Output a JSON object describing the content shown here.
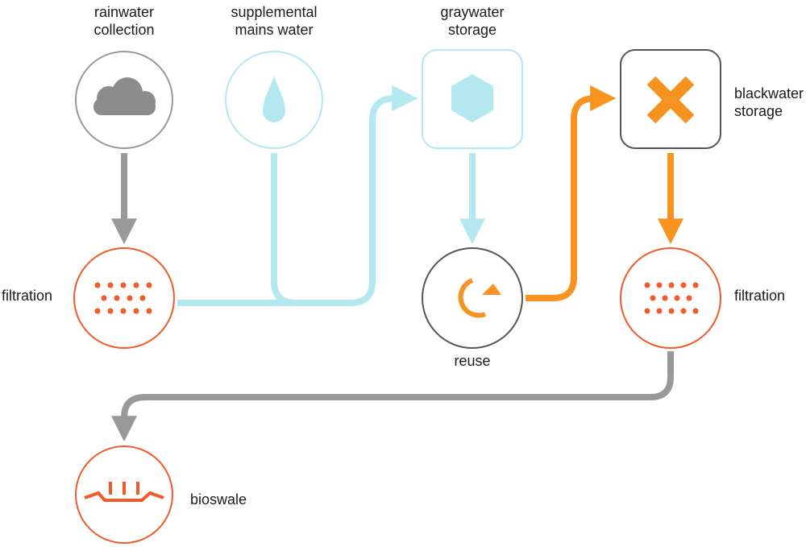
{
  "colors": {
    "gray": "#999999",
    "gray_dark": "#555555",
    "blue": "#b3e8f1",
    "orange": "#f7931e",
    "red_orange": "#f05a28",
    "cloud": "#8c8c8c"
  },
  "nodes": {
    "rainwater": {
      "label": "rainwater\ncollection",
      "icon": "cloud-icon"
    },
    "mains": {
      "label": "supplemental\nmains water",
      "icon": "water-drop-icon"
    },
    "graywater": {
      "label": "graywater\nstorage",
      "icon": "hexagon-icon"
    },
    "blackwater": {
      "label": "blackwater\nstorage",
      "icon": "x-icon"
    },
    "filtration_left": {
      "label": "filtration",
      "icon": "dots-grid-icon"
    },
    "reuse": {
      "label": "reuse",
      "icon": "cycle-arrow-icon"
    },
    "filtration_right": {
      "label": "filtration",
      "icon": "dots-grid-icon"
    },
    "bioswale": {
      "label": "bioswale",
      "icon": "bioswale-icon"
    }
  }
}
